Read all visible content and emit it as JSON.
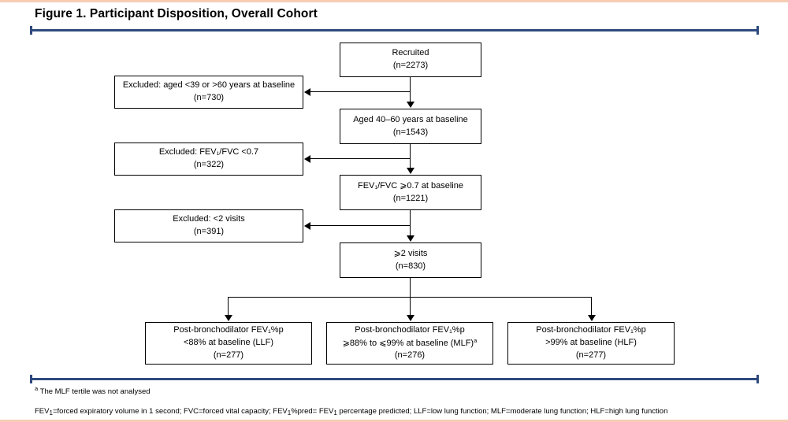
{
  "figure": {
    "title": "Figure 1. Participant Disposition, Overall Cohort"
  },
  "nodes": {
    "recruited": {
      "line1": "Recruited",
      "line2": "(n=2273)"
    },
    "aged": {
      "line1": "Aged 40–60 years at baseline",
      "line2": "(n=1543)"
    },
    "ratio": {
      "line1": "FEV₁/FVC ⩾0.7 at baseline",
      "line2": "(n=1221)"
    },
    "visits": {
      "line1": "⩾2 visits",
      "line2": "(n=830)"
    },
    "excl_age": {
      "line1": "Excluded: aged <39 or >60 years at baseline",
      "line2": "(n=730)"
    },
    "excl_ratio": {
      "line1": "Excluded: FEV₁/FVC <0.7",
      "line2": "(n=322)"
    },
    "excl_visits": {
      "line1": "Excluded: <2 visits",
      "line2": "(n=391)"
    },
    "llf": {
      "line1": "Post-bronchodilator FEV₁%p",
      "line2": "<88% at baseline (LLF)",
      "line3": "(n=277)"
    },
    "mlf": {
      "line1": "Post-bronchodilator FEV₁%p",
      "line2": "⩾88% to ⩽99% at baseline (MLF)",
      "line2_sup": "a",
      "line3": "(n=276)"
    },
    "hlf": {
      "line1": "Post-bronchodilator FEV₁%p",
      "line2": ">99% at baseline (HLF)",
      "line3": "(n=277)"
    }
  },
  "footnotes": {
    "marker_a": "a",
    "note_a": "The MLF tertile was not analysed",
    "abbreviations_pre": "FEV",
    "abbreviations": "=forced expiratory volume in 1 second; FVC=forced vital capacity; FEV",
    "abbreviations_mid": "%pred= FEV",
    "abbreviations_post": " percentage predicted; LLF=low lung function; MLF=moderate lung function; HLF=high lung function",
    "sub_1": "1"
  },
  "colors": {
    "rule": "#2e4a7d",
    "frame": "#f6cdb4",
    "box_border": "#000000",
    "text": "#000000"
  }
}
